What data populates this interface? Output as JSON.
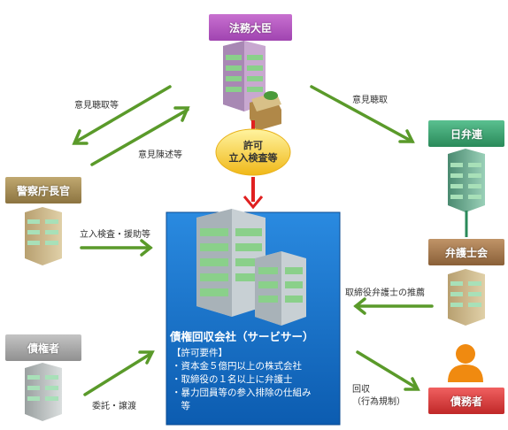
{
  "nodes": {
    "minister": "法務大臣",
    "jfba": "日弁連",
    "police": "警察庁長官",
    "bar_association": "弁護士会",
    "creditor": "債権者",
    "debtor": "債務者",
    "servicer": "債権回収会社（サービサー）"
  },
  "permit_bubble": {
    "line1": "許可",
    "line2": "立入検査等"
  },
  "requirements": {
    "heading": "【許可要件】",
    "items": [
      "・資本金５億円以上の株式会社",
      "・取締役の１名以上に弁護士",
      "・暴力団員等の参入排除の仕組み",
      "　等"
    ]
  },
  "edges": {
    "police_to_minister": "意見陳述等",
    "minister_to_police": "意見聴取等",
    "minister_to_jfba": "意見聴取",
    "police_to_servicer": "立入検査・援助等",
    "bar_to_servicer": "取締役弁護士の推薦",
    "creditor_to_servicer": "委託・譲渡",
    "servicer_to_debtor_1": "回収",
    "servicer_to_debtor_2": "（行為規制）"
  },
  "colors": {
    "minister": "#b454c0",
    "jfba": "#3aa070",
    "police": "#a08a50",
    "bar_association": "#a0764e",
    "creditor": "#a8a8a8",
    "debtor": "#d84040",
    "servicer": "#1470c8",
    "arrow": "#5a9a2a",
    "permit": "#f0c020",
    "permit_arrow": "#e02020"
  },
  "icons": [
    "building-icon",
    "document-stack-icon",
    "person-icon"
  ]
}
